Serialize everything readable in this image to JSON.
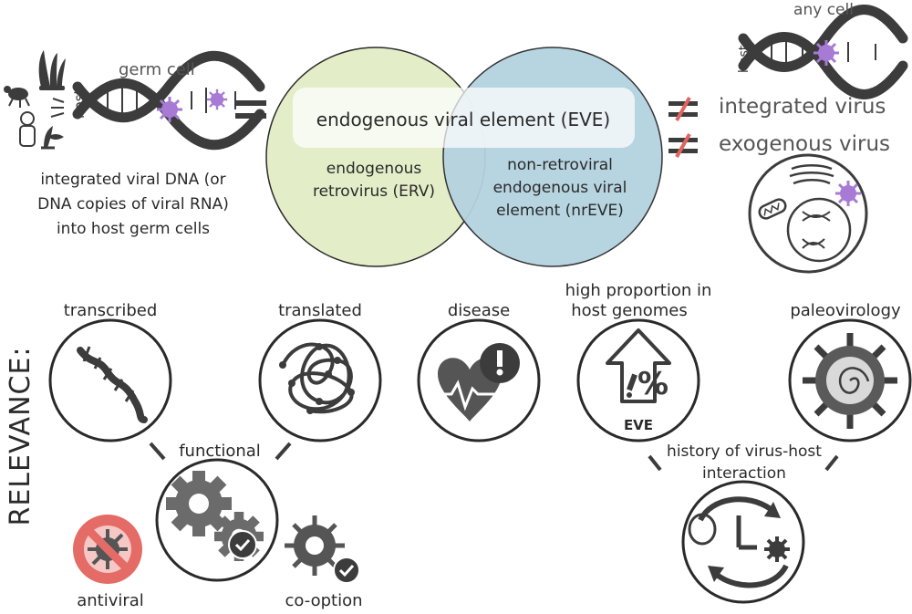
{
  "top": {
    "germ_cell_label": "germ cell",
    "host_label": "host",
    "integration_caption": [
      "integrated viral DNA (or",
      "DNA copies of viral RNA)",
      "into host germ cells"
    ],
    "venn": {
      "eve_label": "endogenous viral element (EVE)",
      "left_label": [
        "endogenous",
        "retrovirus (ERV)"
      ],
      "right_label": [
        "non-retroviral",
        "endogenous viral",
        "element (nrEVE)"
      ]
    },
    "any_cell_label": "any cell",
    "host_label_right": "host",
    "integrated_virus_label": "integrated virus",
    "exogenous_virus_label": "exogenous virus"
  },
  "relevance": {
    "heading": "RELEVANCE:",
    "transcribed": "transcribed",
    "translated": "translated",
    "disease": "disease",
    "high_proportion": [
      "high proportion in",
      "host genomes"
    ],
    "paleovirology": "paleovirology",
    "eve_badge": "EVE",
    "functional": "functional",
    "antiviral": "antiviral",
    "co_option": "co-option",
    "history": [
      "history of virus-host",
      "interaction"
    ]
  },
  "colors": {
    "erv_green": "#e3eec8",
    "nreve_blue": "#b4d2e0",
    "dark_gray": "#3c3c3c",
    "mid_gray": "#6b6b6b",
    "virus_purple": "#a77ad6",
    "not_equal_red": "#e0655f",
    "antiviral_red": "#e46b66"
  }
}
